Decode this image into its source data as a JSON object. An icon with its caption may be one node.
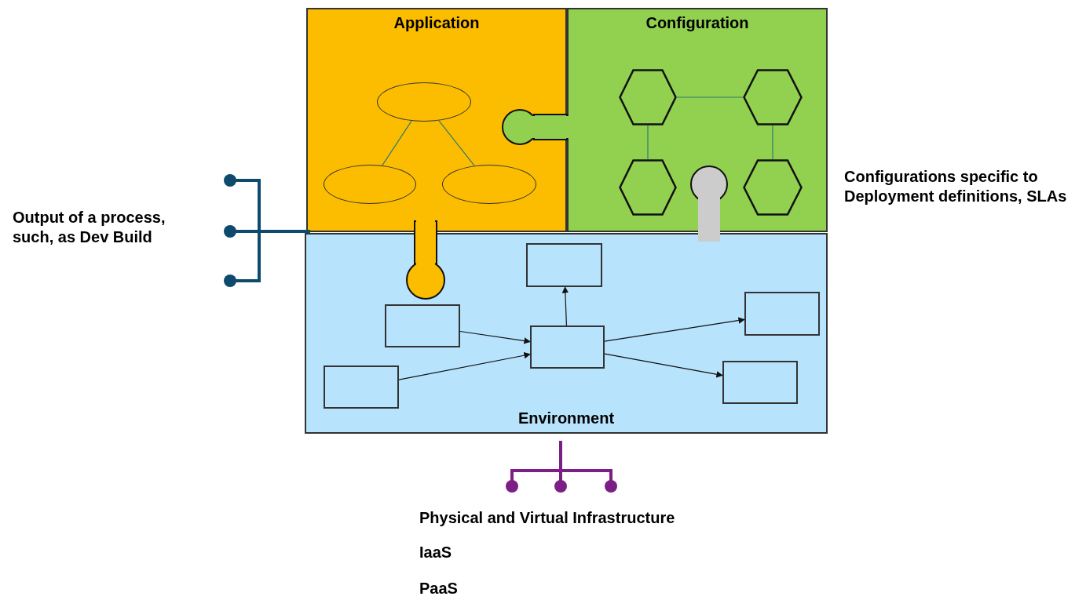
{
  "diagram": {
    "nodes": [
      {
        "text": [
          "Application"
        ]
      },
      {
        "text": [],
        "shape": "ellipse",
        "in": 0
      },
      {
        "text": [],
        "shape": "ellipse",
        "in": 0
      },
      {
        "text": [],
        "shape": "ellipse",
        "in": 0
      },
      {
        "text": [
          "Configuration"
        ]
      },
      {
        "text": [],
        "shape": "hexagon",
        "in": 4
      },
      {
        "text": [],
        "shape": "hexagon",
        "in": 4
      },
      {
        "text": [],
        "shape": "hexagon",
        "in": 4
      },
      {
        "text": [],
        "shape": "hexagon",
        "in": 4
      },
      {
        "text": [
          "Environment"
        ]
      },
      {
        "text": [],
        "shape": "box",
        "in": 9
      },
      {
        "text": [],
        "shape": "box",
        "in": 9
      },
      {
        "text": [],
        "shape": "box",
        "in": 9
      },
      {
        "text": [],
        "shape": "box",
        "in": 9
      },
      {
        "text": [],
        "shape": "box",
        "in": 9
      },
      {
        "text": [],
        "shape": "box",
        "in": 9
      }
    ],
    "edges": [
      {
        "from": 1,
        "to": 2,
        "arrow": "none",
        "color": "#2e7d6e"
      },
      {
        "from": 1,
        "to": 3,
        "arrow": "none",
        "color": "#2e7d6e"
      },
      {
        "from": 5,
        "to": 6,
        "arrow": "none",
        "color": "#2e7d6e"
      },
      {
        "from": 5,
        "to": 7,
        "arrow": "none",
        "color": "#2e7d6e"
      },
      {
        "from": 6,
        "to": 8,
        "arrow": "none",
        "color": "#2e7d6e"
      },
      {
        "from": 12,
        "to": 13,
        "arrow": "to",
        "color": "#111111"
      },
      {
        "from": 15,
        "to": 13,
        "arrow": "to",
        "color": "#111111"
      },
      {
        "from": 13,
        "to": 10,
        "arrow": "to",
        "color": "#111111"
      },
      {
        "from": 13,
        "to": 11,
        "arrow": "to",
        "color": "#111111"
      },
      {
        "from": 13,
        "to": 14,
        "arrow": "to",
        "color": "#111111"
      }
    ],
    "labels": [
      "Output of a process, such, as Dev Build",
      "Configurations specific to Deployment definitions, SLAs",
      "Physical and Virtual Infrastructure",
      "IaaS",
      "PaaS"
    ]
  }
}
